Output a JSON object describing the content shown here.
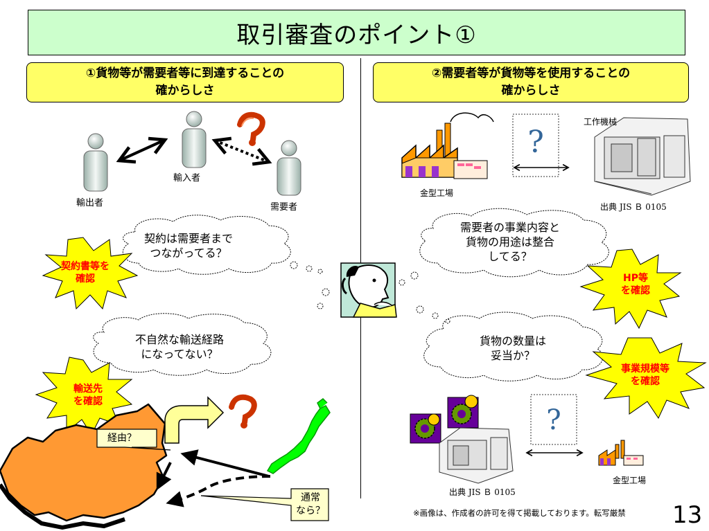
{
  "slide": {
    "title": "取引審査のポイント①",
    "page_number": "13",
    "footnote": "※画像は、作成者の許可を得て掲載しております。転写厳禁"
  },
  "left_section": {
    "header_line1": "①貨物等が需要者等に到達することの",
    "header_line2": "確からしさ",
    "exporter_label": "輸出者",
    "importer_label": "輸入者",
    "end_user_label": "需要者",
    "cloud1_line1": "契約は需要者まで",
    "cloud1_line2": "つながってる？",
    "burst1_line1": "契約書等を",
    "burst1_line2": "確認",
    "cloud2_line1": "不自然な輸送経路",
    "cloud2_line2": "になってない？",
    "burst2_line1": "輸送先",
    "burst2_line2": "を確認",
    "via_label": "経由？",
    "normal_line1": "通常",
    "normal_line2": "なら？"
  },
  "right_section": {
    "header_line1": "②需要者等が貨物等を使用することの",
    "header_line2": "確からしさ",
    "machine_tool_label": "工作機械",
    "mold_factory_label_1": "金型工場",
    "source_label_1": "出典 JIS Ｂ 0105",
    "cloud3_line1": "需要者の事業内容と",
    "cloud3_line2": "貨物の用途は整合",
    "cloud3_line3": "してる？",
    "burst3_line1": "HP等",
    "burst3_line2": "を確認",
    "cloud4_line1": "貨物の数量は",
    "cloud4_line2": "妥当か？",
    "burst4_line1": "事業規模等",
    "burst4_line2": "を確認",
    "source_label_2": "出典 JIS Ｂ 0105",
    "mold_factory_label_2": "金型工場"
  },
  "colors": {
    "title_bg": "#ccffcc",
    "header_bg": "#ffff66",
    "burst_fill": "#ffff00",
    "burst_text": "#ff0000",
    "china_fill": "#ff9933",
    "japan_fill": "#00ff00",
    "callout_fill": "#ffffcc"
  },
  "icons": [
    "person-icon",
    "question-mark-icon",
    "factory-icon",
    "machine-tool-icon",
    "thinking-man-icon",
    "gear-icon",
    "china-map",
    "japan-map"
  ]
}
